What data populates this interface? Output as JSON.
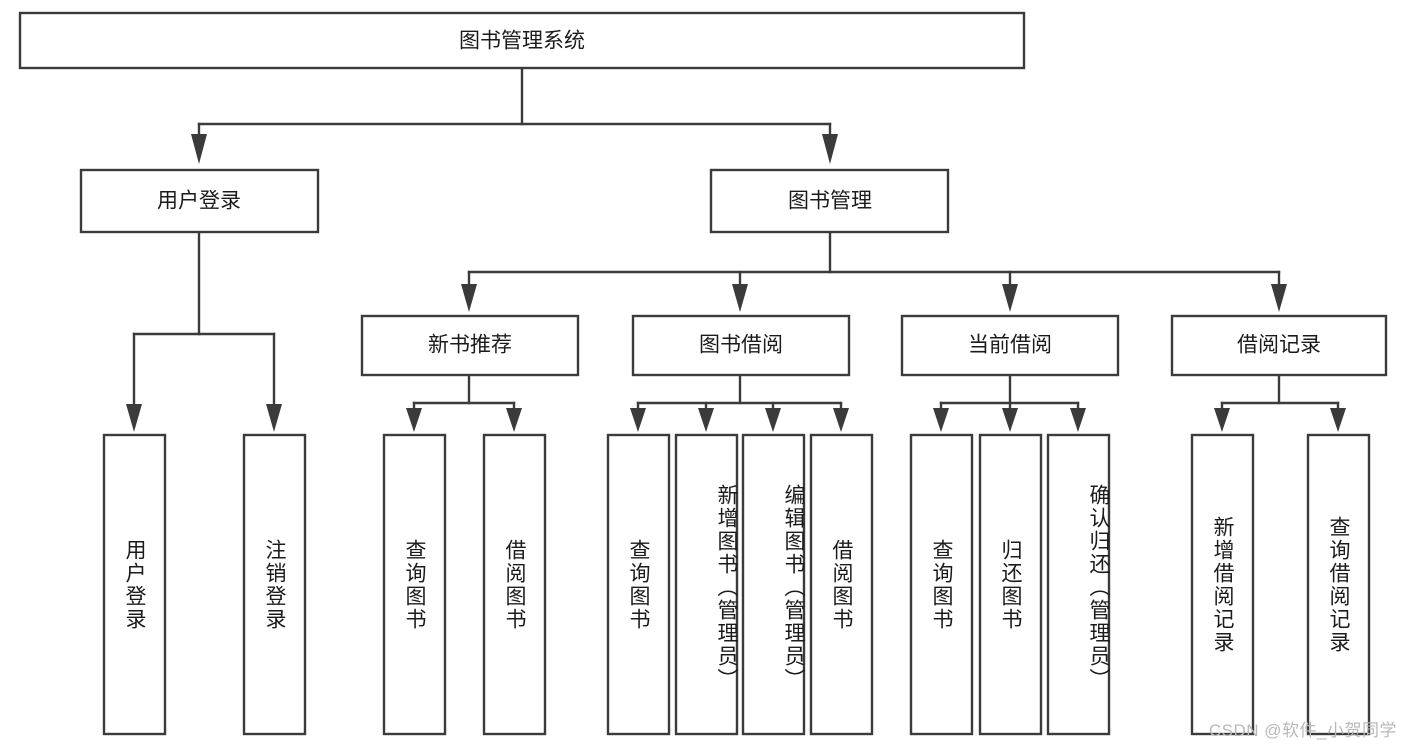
{
  "diagram": {
    "type": "tree",
    "title": "图书管理系统",
    "watermark": "CSDN @软件_小贺同学",
    "style": {
      "stroke_color": "#3b3b3b",
      "fill_color": "#ffffff",
      "text_color": "#1b1b1b",
      "background": "#ffffff",
      "watermark_color": "#b9b9b9"
    },
    "levels": {
      "level0": [
        {
          "id": "root",
          "label": "图书管理系统",
          "orientation": "horizontal"
        }
      ],
      "level1": [
        {
          "id": "n-user-login",
          "label": "用户登录",
          "orientation": "horizontal",
          "parent": "root"
        },
        {
          "id": "n-book-mgmt",
          "label": "图书管理",
          "orientation": "horizontal",
          "parent": "root"
        }
      ],
      "level2": [
        {
          "id": "n-new-book-rec",
          "label": "新书推荐",
          "orientation": "horizontal",
          "parent": "n-book-mgmt"
        },
        {
          "id": "n-book-borrow",
          "label": "图书借阅",
          "orientation": "horizontal",
          "parent": "n-book-mgmt"
        },
        {
          "id": "n-current-borrow",
          "label": "当前借阅",
          "orientation": "horizontal",
          "parent": "n-book-mgmt"
        },
        {
          "id": "n-borrow-record",
          "label": "借阅记录",
          "orientation": "horizontal",
          "parent": "n-book-mgmt"
        }
      ],
      "level3": [
        {
          "id": "l-user-login",
          "label": "用户登录",
          "orientation": "vertical",
          "parent": "n-user-login"
        },
        {
          "id": "l-logout",
          "label": "注销登录",
          "orientation": "vertical",
          "parent": "n-user-login"
        },
        {
          "id": "l-query-book-1",
          "label": "查询图书",
          "orientation": "vertical",
          "parent": "n-new-book-rec"
        },
        {
          "id": "l-borrow-book-1",
          "label": "借阅图书",
          "orientation": "vertical",
          "parent": "n-new-book-rec"
        },
        {
          "id": "l-query-book-2",
          "label": "查询图书",
          "orientation": "vertical",
          "parent": "n-book-borrow"
        },
        {
          "id": "l-add-book",
          "label": "新增图书（管理员）",
          "orientation": "vertical",
          "parent": "n-book-borrow"
        },
        {
          "id": "l-edit-book",
          "label": "编辑图书（管理员）",
          "orientation": "vertical",
          "parent": "n-book-borrow"
        },
        {
          "id": "l-borrow-book-2",
          "label": "借阅图书",
          "orientation": "vertical",
          "parent": "n-book-borrow"
        },
        {
          "id": "l-query-book-3",
          "label": "查询图书",
          "orientation": "vertical",
          "parent": "n-current-borrow"
        },
        {
          "id": "l-return-book",
          "label": "归还图书",
          "orientation": "vertical",
          "parent": "n-current-borrow"
        },
        {
          "id": "l-confirm-return",
          "label": "确认归还（管理员）",
          "orientation": "vertical",
          "parent": "n-current-borrow"
        },
        {
          "id": "l-add-record",
          "label": "新增借阅记录",
          "orientation": "vertical",
          "parent": "n-borrow-record"
        },
        {
          "id": "l-query-record",
          "label": "查询借阅记录",
          "orientation": "vertical",
          "parent": "n-borrow-record"
        }
      ]
    }
  }
}
